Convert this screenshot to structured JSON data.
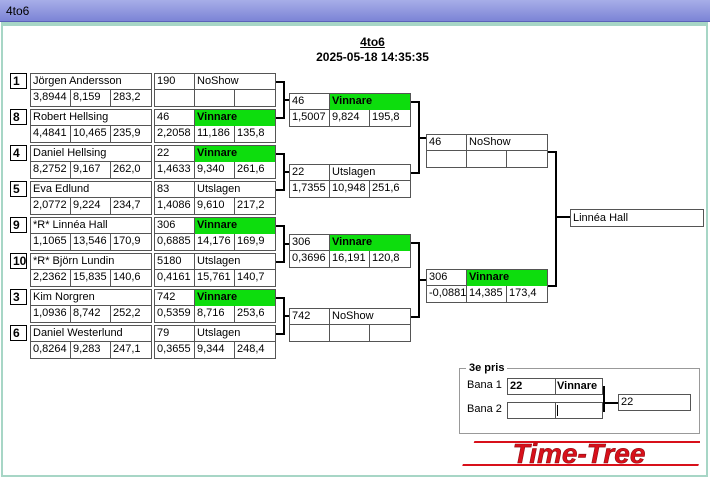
{
  "window": {
    "title": "4to6"
  },
  "header": {
    "title": "4to6",
    "datetime": "2025-05-18 14:35:35"
  },
  "round1": [
    {
      "seed": "1",
      "name": "Jörgen Andersson",
      "t1": "3,8944",
      "t2": "8,159",
      "t3": "283,2"
    },
    {
      "seed": "8",
      "name": "Robert Hellsing",
      "t1": "4,4841",
      "t2": "10,465",
      "t3": "235,9"
    },
    {
      "seed": "4",
      "name": "Daniel Hellsing",
      "t1": "8,2752",
      "t2": "9,167",
      "t3": "262,0"
    },
    {
      "seed": "5",
      "name": "Eva Edlund",
      "t1": "2,0772",
      "t2": "9,224",
      "t3": "234,7"
    },
    {
      "seed": "9",
      "name": "*R* Linnéa Hall",
      "t1": "1,1065",
      "t2": "13,546",
      "t3": "170,9"
    },
    {
      "seed": "10",
      "name": "*R* Björn Lundin",
      "t1": "2,2362",
      "t2": "15,835",
      "t3": "140,6"
    },
    {
      "seed": "3",
      "name": "Kim Norgren",
      "t1": "1,0936",
      "t2": "8,742",
      "t3": "252,2"
    },
    {
      "seed": "6",
      "name": "Daniel Westerlund",
      "t1": "0,8264",
      "t2": "9,283",
      "t3": "247,1"
    }
  ],
  "round2": [
    {
      "num": "190",
      "result": "NoShow",
      "win": false,
      "t1": "",
      "t2": "",
      "t3": ""
    },
    {
      "num": "46",
      "result": "Vinnare",
      "win": true,
      "t1": "2,2058",
      "t2": "11,186",
      "t3": "135,8"
    },
    {
      "num": "22",
      "result": "Vinnare",
      "win": true,
      "t1": "1,4633",
      "t2": "9,340",
      "t3": "261,6"
    },
    {
      "num": "83",
      "result": "Utslagen",
      "win": false,
      "t1": "1,4086",
      "t2": "9,610",
      "t3": "217,2"
    },
    {
      "num": "306",
      "result": "Vinnare",
      "win": true,
      "t1": "0,6885",
      "t2": "14,176",
      "t3": "169,9"
    },
    {
      "num": "5180",
      "result": "Utslagen",
      "win": false,
      "t1": "0,4161",
      "t2": "15,761",
      "t3": "140,7"
    },
    {
      "num": "742",
      "result": "Vinnare",
      "win": true,
      "t1": "0,5359",
      "t2": "8,716",
      "t3": "253,6"
    },
    {
      "num": "79",
      "result": "Utslagen",
      "win": false,
      "t1": "0,3655",
      "t2": "9,344",
      "t3": "248,4"
    }
  ],
  "round3": [
    {
      "num": "46",
      "result": "Vinnare",
      "win": true,
      "t1": "1,5007",
      "t2": "9,824",
      "t3": "195,8"
    },
    {
      "num": "22",
      "result": "Utslagen",
      "win": false,
      "t1": "1,7355",
      "t2": "10,948",
      "t3": "251,6"
    },
    {
      "num": "306",
      "result": "Vinnare",
      "win": true,
      "t1": "0,3696",
      "t2": "16,191",
      "t3": "120,8"
    },
    {
      "num": "742",
      "result": "NoShow",
      "win": false,
      "t1": "",
      "t2": "",
      "t3": ""
    }
  ],
  "round4": [
    {
      "num": "46",
      "result": "NoShow",
      "win": false,
      "t1": "",
      "t2": "",
      "t3": ""
    },
    {
      "num": "306",
      "result": "Vinnare",
      "win": true,
      "t1": "-0,0881",
      "t2": "14,385",
      "t3": "173,4"
    }
  ],
  "winner": "Linnéa Hall",
  "third_place": {
    "title": "3e pris",
    "lane1_label": "Bana 1",
    "lane2_label": "Bana 2",
    "lane1_num": "22",
    "lane1_result": "Vinnare",
    "lane2_num": "",
    "lane2_result": "",
    "result": "22"
  },
  "logo": {
    "text": "Time-Tree",
    "color": "#d8101a"
  },
  "colors": {
    "winner_green": "#0ddd0d",
    "titlebar": "#8c93dd"
  }
}
